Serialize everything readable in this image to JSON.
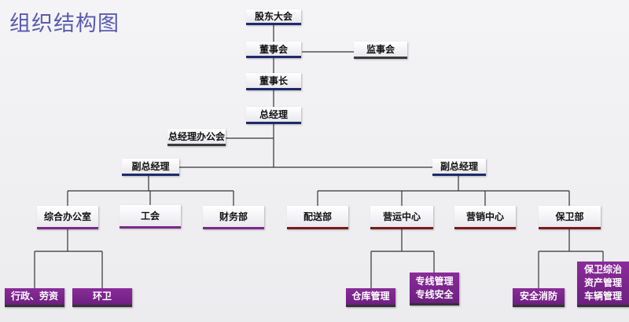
{
  "title": "组织结构图",
  "nodes": {
    "shareholders": "股东大会",
    "board": "董事会",
    "supervisors": "监事会",
    "chairman": "董事长",
    "gm": "总经理",
    "gm_office": "总经理办公会",
    "vp_left": "副总经理",
    "vp_right": "副总经理",
    "general_office": "综合办公室",
    "union": "工会",
    "finance": "财务部",
    "delivery": "配送部",
    "operations": "营运中心",
    "marketing": "营销中心",
    "security": "保卫部"
  },
  "leaves": {
    "admin_hr": "行政、劳资",
    "sanitation": "环卫",
    "warehouse": "仓库管理",
    "line_mgmt": [
      "专线管理",
      "专线安全"
    ],
    "fire_safety": "安全消防",
    "security_mgmt": [
      "保卫综治",
      "资产管理",
      "车辆管理"
    ]
  }
}
